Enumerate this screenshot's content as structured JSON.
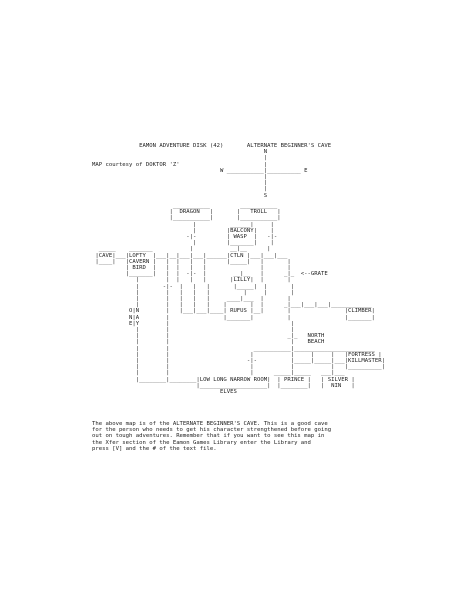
{
  "header": {
    "lines": [
      "              EAMON ADVENTURE DISK (42)       ALTERNATE BEGINNER'S CAVE",
      "                                                   N",
      "                                                   |",
      "MAP courtesy of DOKTOR 'Z'                         |",
      "                                      W ___________|__________ E",
      "                                                   |",
      "                                                   |",
      "                                                   |",
      "                                                   S"
    ]
  },
  "map": {
    "lines": [
      "                        ___________         ___________",
      "                       |  DRAGON   |       |   TROLL   |",
      "                       |___________|       |___________|",
      "                              |          ______|     |",
      "                              |         |BALCONY|    |",
      "                            -|-         | WASP  |   -|-",
      "                              |         |_______|    |",
      "  _____    _______           |           __|__      |",
      " |CAVE|___|LOFTY  |___|__|___|___|______|CTLN |___|___|___",
      " |____|   |CAVERN |   |  |   |   |      |_____|   |       |",
      "          | BIRD  |   |  |   |   |                |       |",
      "          |_______|   |  |  -|-  |        __|__   |      _|_  <--GRATE",
      "             |        |  |   |   |       |LILLY|  |       |",
      "             |       -|-  |   |   |       |_____|  |       |",
      "             |        |   |   |   |          |     |       |",
      "             |        |   |   |   |     ____|___  |       |",
      "             |        |   |   |   |    |       |  |      _|___|___|___|____________",
      "           O|N        |   |___|___|____| RUFUS |__|       |                |CLIMBER|",
      "           N|A        |                |_______|          |                |_______|",
      "           E|Y        |                                    |",
      "             |        |                                    |",
      "             |        |                                   _|_   NORTH",
      "             |        |                                    |    BEACH",
      "             |        |                         ___________|________________________",
      "             |        |                        |           |     |     |   |FORTRESS |",
      "             |        |                       -|-          |_____|_____|___|KILLMASTER|",
      "             |        |                        |           |           |   |__________|",
      "             |        |                        |      _____|_____   ___|___",
      "             |________|________|LOW LONG NARROW ROOM|  | PRINCE |   | SILVER |",
      "                               |____________________|  |________|   |  NIN   |",
      "                                      ELVES"
    ]
  },
  "caption": {
    "lines": [
      "The above map is of the ALTERNATE BEGINNER'S CAVE. This is a good cave",
      "for the person who needs to get his character strengthened before going",
      "out on tough adventures. Remember that if you want to see this map in",
      "the Xfer section of the Eamon Games Library enter the Library and",
      "press [V] and the # of the text file."
    ]
  }
}
